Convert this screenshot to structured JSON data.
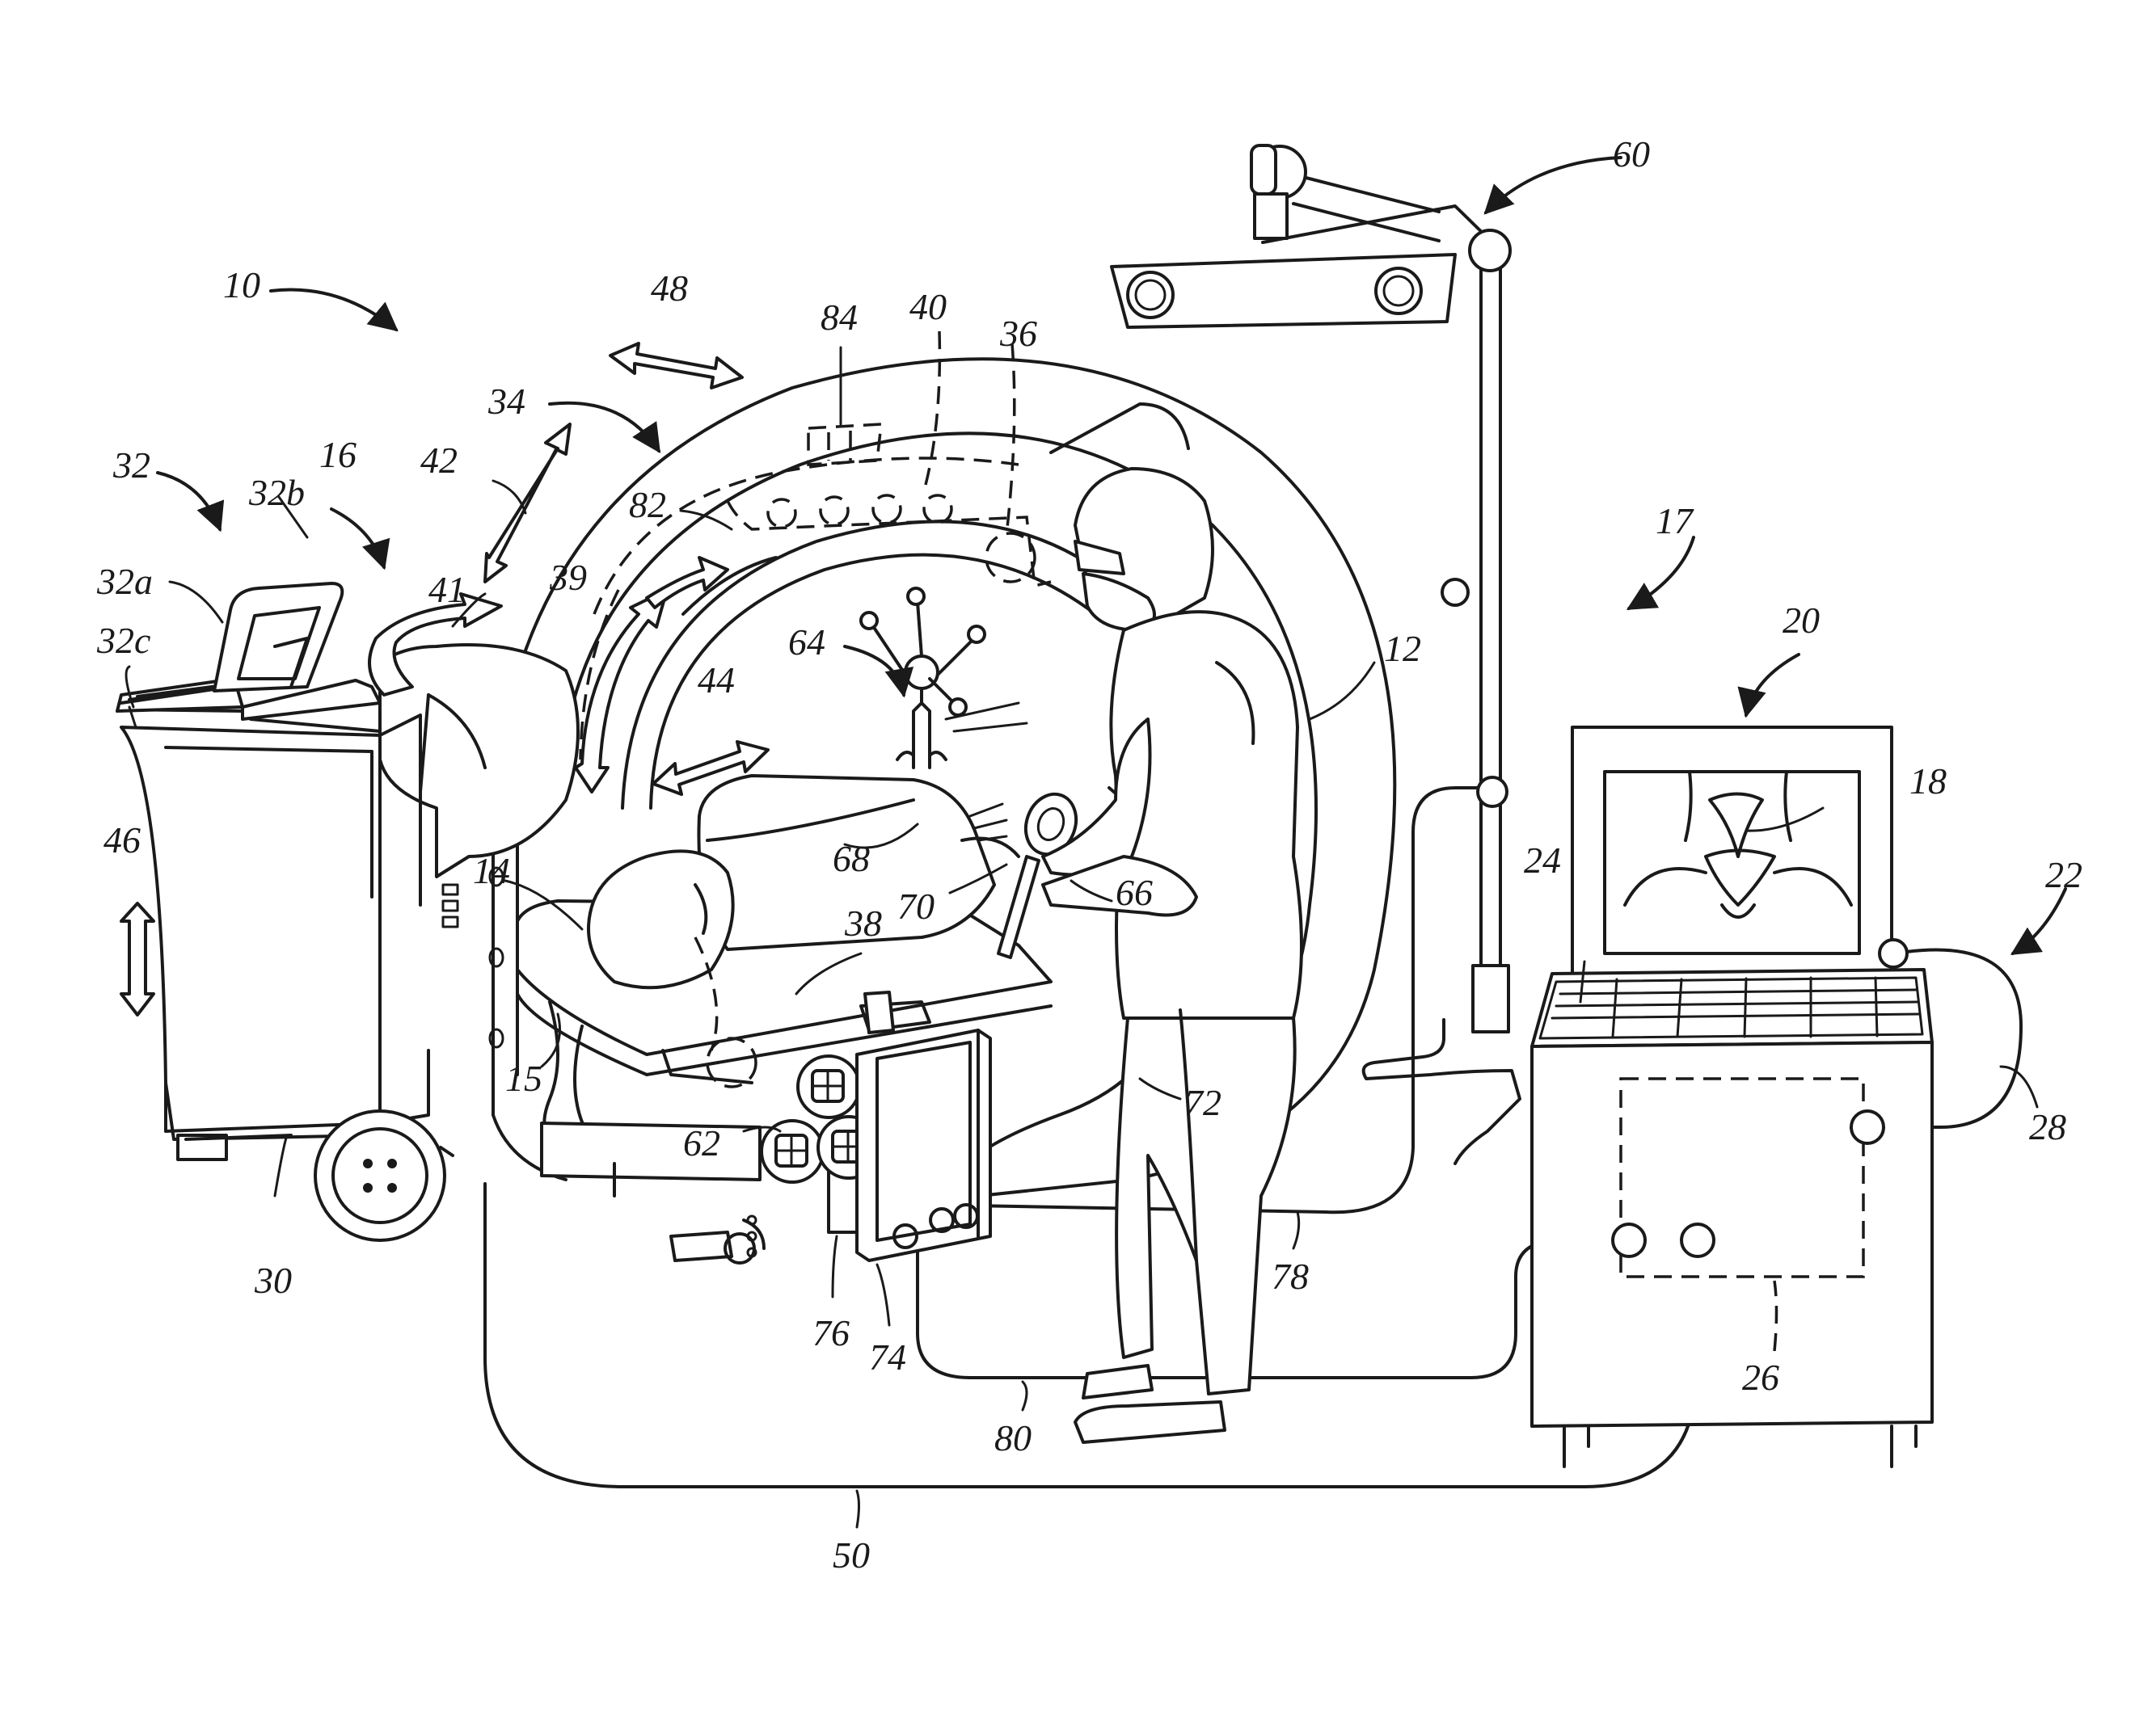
{
  "figure": {
    "labels": [
      {
        "name": "ref-10",
        "text": "10"
      },
      {
        "name": "ref-32",
        "text": "32"
      },
      {
        "name": "ref-32b",
        "text": "32b"
      },
      {
        "name": "ref-16",
        "text": "16"
      },
      {
        "name": "ref-32a",
        "text": "32a"
      },
      {
        "name": "ref-32c",
        "text": "32c"
      },
      {
        "name": "ref-41",
        "text": "41"
      },
      {
        "name": "ref-42",
        "text": "42"
      },
      {
        "name": "ref-34",
        "text": "34"
      },
      {
        "name": "ref-48",
        "text": "48"
      },
      {
        "name": "ref-84",
        "text": "84"
      },
      {
        "name": "ref-40",
        "text": "40"
      },
      {
        "name": "ref-36",
        "text": "36"
      },
      {
        "name": "ref-82",
        "text": "82"
      },
      {
        "name": "ref-39",
        "text": "39"
      },
      {
        "name": "ref-64",
        "text": "64"
      },
      {
        "name": "ref-44",
        "text": "44"
      },
      {
        "name": "ref-60",
        "text": "60"
      },
      {
        "name": "ref-17",
        "text": "17"
      },
      {
        "name": "ref-12",
        "text": "12"
      },
      {
        "name": "ref-20",
        "text": "20"
      },
      {
        "name": "ref-18",
        "text": "18"
      },
      {
        "name": "ref-22",
        "text": "22"
      },
      {
        "name": "ref-24",
        "text": "24"
      },
      {
        "name": "ref-46",
        "text": "46"
      },
      {
        "name": "ref-14",
        "text": "14"
      },
      {
        "name": "ref-68",
        "text": "68"
      },
      {
        "name": "ref-70",
        "text": "70"
      },
      {
        "name": "ref-66",
        "text": "66"
      },
      {
        "name": "ref-38",
        "text": "38"
      },
      {
        "name": "ref-15",
        "text": "15"
      },
      {
        "name": "ref-72",
        "text": "72"
      },
      {
        "name": "ref-62",
        "text": "62"
      },
      {
        "name": "ref-28",
        "text": "28"
      },
      {
        "name": "ref-30",
        "text": "30"
      },
      {
        "name": "ref-76",
        "text": "76"
      },
      {
        "name": "ref-74",
        "text": "74"
      },
      {
        "name": "ref-78",
        "text": "78"
      },
      {
        "name": "ref-80",
        "text": "80"
      },
      {
        "name": "ref-26",
        "text": "26"
      },
      {
        "name": "ref-50",
        "text": "50"
      }
    ]
  }
}
